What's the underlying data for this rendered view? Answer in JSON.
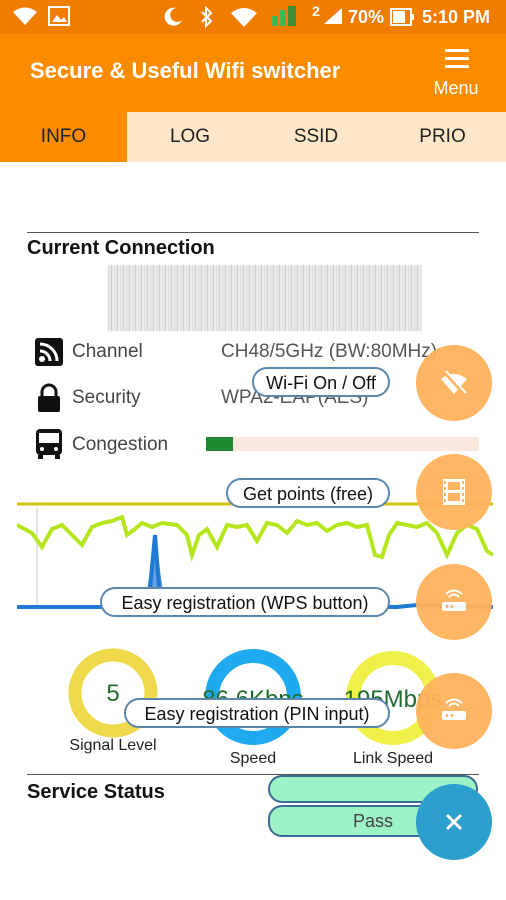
{
  "status_bar": {
    "battery": "70%",
    "time": "5:10 PM",
    "network_badge": "2"
  },
  "app": {
    "title": "Secure & Useful Wifi switcher",
    "menu_label": "Menu"
  },
  "tabs": [
    {
      "label": "INFO",
      "active": true
    },
    {
      "label": "LOG"
    },
    {
      "label": "SSID"
    },
    {
      "label": "PRIO"
    }
  ],
  "connection": {
    "title": "Current Connection",
    "rows": [
      {
        "label": "Channel",
        "value": "CH48/5GHz (BW:80MHz)",
        "icon": "rss-icon"
      },
      {
        "label": "Security",
        "value": "WPA2-EAP(AES)",
        "icon": "lock-icon"
      },
      {
        "label": "Congestion",
        "icon": "bus-icon",
        "level": 0.1
      }
    ]
  },
  "fab_labels": {
    "wifi": "Wi-Fi On / Off",
    "points": "Get points (free)",
    "wps": "Easy registration (WPS button)",
    "pin": "Easy registration (PIN input)"
  },
  "gauges": [
    {
      "value": "5",
      "label": "Signal Level",
      "color": "#f0d94a"
    },
    {
      "value": "86.6Kbps",
      "label": "Speed",
      "color": "#1fa9ee"
    },
    {
      "value": "195Mbps",
      "label": "Link Speed",
      "color": "#f0f04a"
    }
  ],
  "service": {
    "title": "Service Status",
    "status": "Pass"
  }
}
